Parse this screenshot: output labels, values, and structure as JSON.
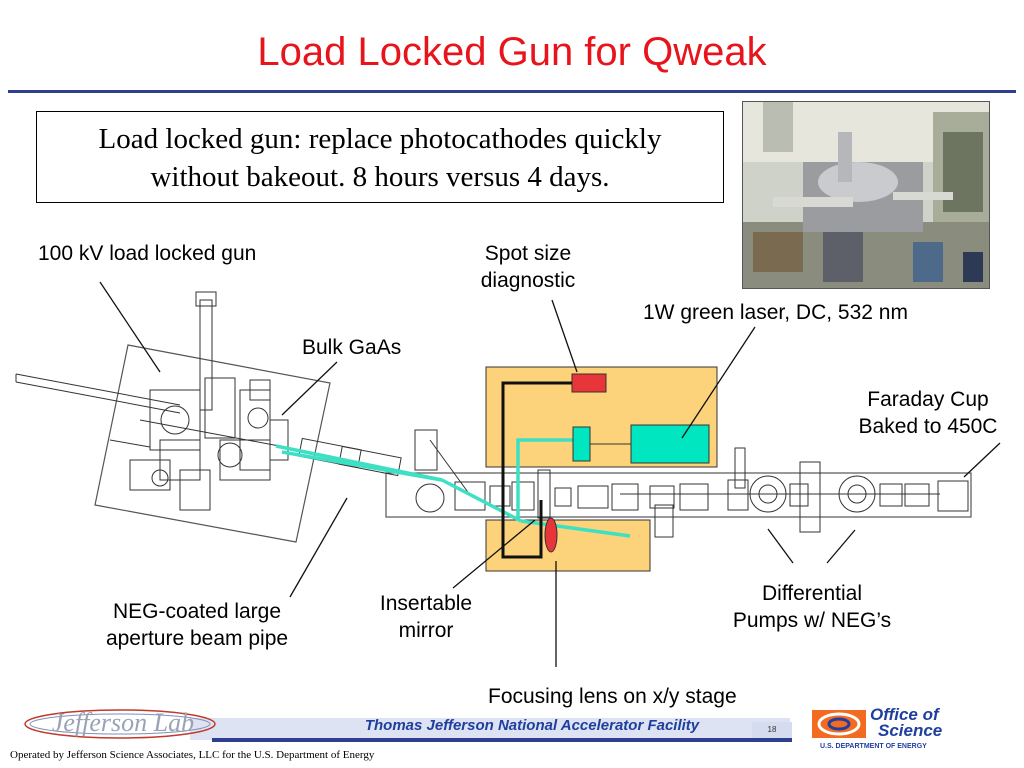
{
  "slide": {
    "title": "Load Locked Gun for Qweak",
    "textbox_line1": "Load locked gun:  replace photocathodes quickly",
    "textbox_line2": "without bakeout.  8 hours versus 4 days."
  },
  "labels": {
    "gun": "100 kV load locked gun",
    "spot_line1": "Spot size",
    "spot_line2": "diagnostic",
    "laser": "1W green laser, DC, 532 nm",
    "gaas": "Bulk GaAs",
    "faraday_line1": "Faraday Cup",
    "faraday_line2": "Baked to 450C",
    "neg_line1": "NEG-coated large",
    "neg_line2": "aperture beam pipe",
    "mirror_line1": "Insertable",
    "mirror_line2": "mirror",
    "pumps_line1": "Differential",
    "pumps_line2": "Pumps w/ NEG’s",
    "lens": "Focusing lens on x/y stage"
  },
  "footer": {
    "lab_logo_text": "Jefferson Lab",
    "facility": "Thomas Jefferson National Accelerator Facility",
    "page_number": "18",
    "office_line1": "Office of",
    "office_line2": "Science",
    "department": "U.S. DEPARTMENT OF ENERGY",
    "operated_by": "Operated by Jefferson Science Associates, LLC  for the U.S. Department of Energy"
  },
  "colors": {
    "title": "#e8141b",
    "accent_blue": "#2f3f8f",
    "laser_table": "#fcd27a",
    "laser_beam": "#3ee0c4",
    "laser_box": "#00e6c0",
    "diagnostic": "#e8353a"
  }
}
